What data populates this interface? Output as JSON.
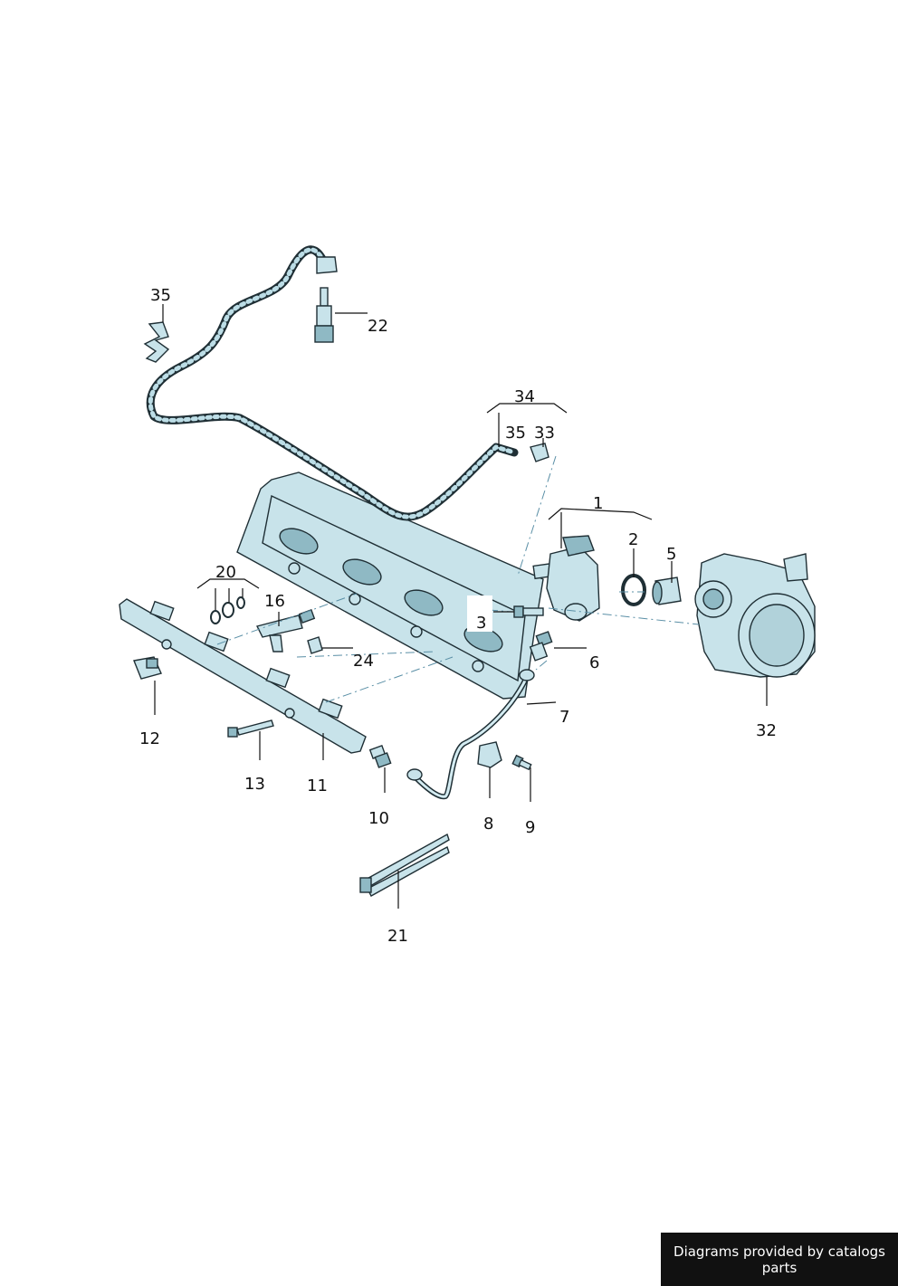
{
  "callouts": {
    "c1": "1",
    "c2": "2",
    "c3": "3",
    "c5": "5",
    "c6": "6",
    "c7": "7",
    "c8": "8",
    "c9": "9",
    "c10": "10",
    "c11": "11",
    "c12": "12",
    "c13": "13",
    "c16": "16",
    "c20": "20",
    "c21": "21",
    "c22": "22",
    "c24": "24",
    "c32": "32",
    "c33": "33",
    "c34": "34",
    "c35a": "35",
    "c35b": "35"
  },
  "footer": {
    "text": "Diagrams provided by catalogs parts"
  },
  "colors": {
    "part_fill": "#c8e3ea",
    "outline": "#1f2f35",
    "leader": "#111111",
    "footer_bg": "#111111"
  }
}
